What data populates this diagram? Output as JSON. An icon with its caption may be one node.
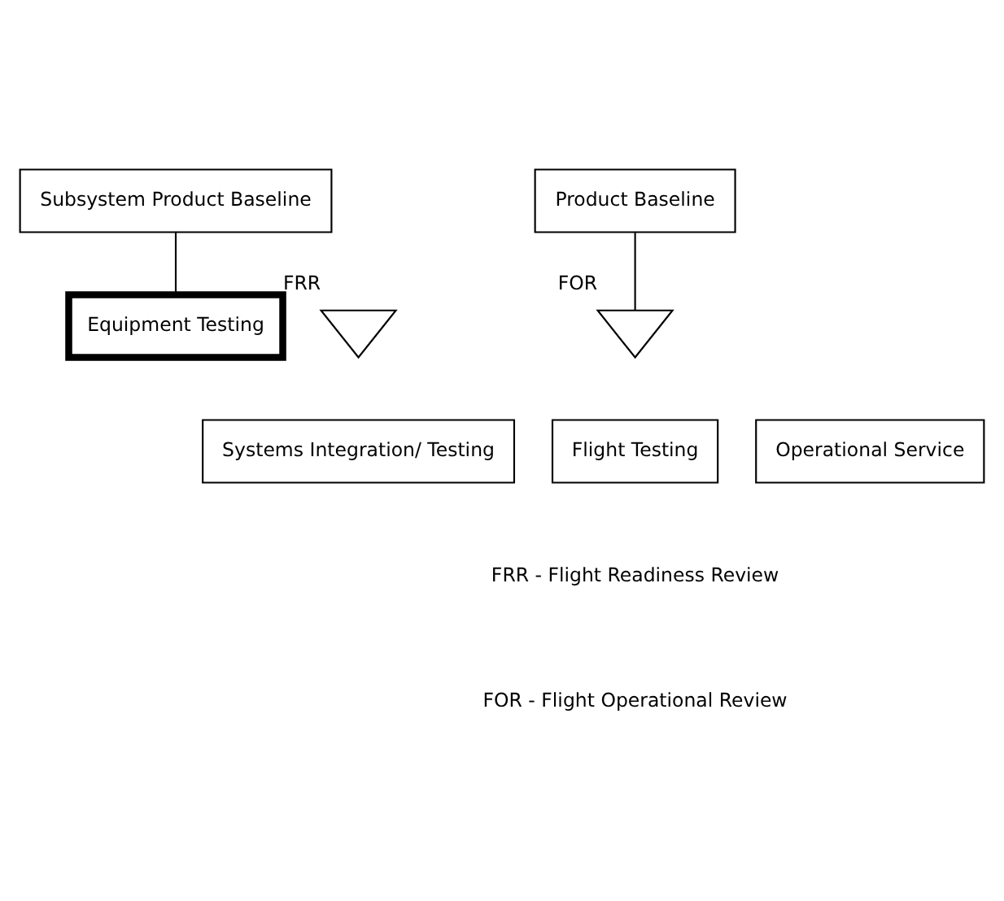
{
  "diagram": {
    "nodes": [
      {
        "text": [
          "Subsystem Product Baseline"
        ]
      },
      {
        "text": [
          "Product Baseline"
        ]
      },
      {
        "text": [
          "Equipment Testing"
        ]
      },
      {
        "text": [
          "FRR"
        ]
      },
      {
        "text": [
          "FOR"
        ]
      },
      {
        "text": [
          "Systems Integration/ Testing"
        ]
      },
      {
        "text": [
          "Flight Testing"
        ]
      },
      {
        "text": [
          "Operational Service"
        ]
      }
    ],
    "edges": [
      {
        "from": 0,
        "to": 2,
        "arrow": "none"
      },
      {
        "from": 1,
        "to": 4,
        "arrow": "none"
      }
    ],
    "labels": [
      "FRR - Flight Readiness Review",
      "FOR - Flight Operational Review"
    ]
  }
}
